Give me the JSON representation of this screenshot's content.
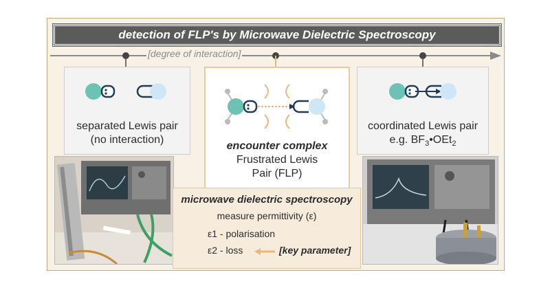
{
  "title": "detection of FLP's by Microwave Dielectric Spectroscopy",
  "axis_label": "[degree of interaction]",
  "left_box": {
    "line1": "separated Lewis pair",
    "line2": "(no interaction)"
  },
  "right_box": {
    "line1": "coordinated Lewis pair",
    "line2_prefix": "e.g. BF",
    "sub1": "3",
    "line2_mid": "•OEt",
    "sub2": "2"
  },
  "center_box": {
    "line1": "encounter complex",
    "line2": "Frustrated Lewis",
    "line3": "Pair (FLP)"
  },
  "panel": {
    "title": "microwave dielectric spectroscopy",
    "line1": "measure permittivity (ε)",
    "eps1": "ε1 - polarisation",
    "eps2": "ε2 - loss",
    "key": "[key parameter]"
  },
  "colors": {
    "teal": "#6cc3b4",
    "light_blue": "#cfe6f7",
    "dark": "#1f3d57",
    "accent": "#e8b880"
  }
}
